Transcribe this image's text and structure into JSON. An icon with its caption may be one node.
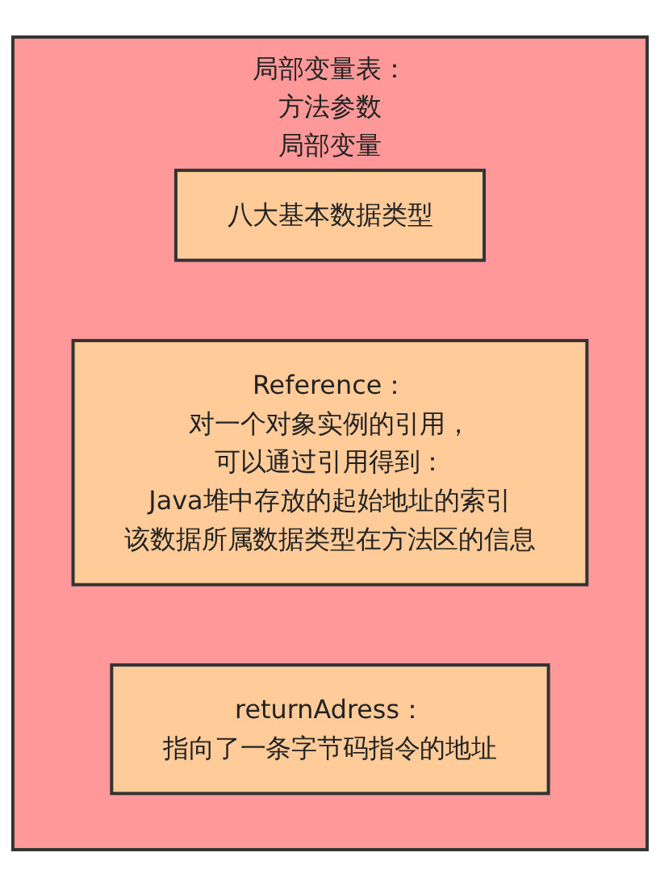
{
  "diagram": {
    "nodes": [
      {
        "text": [
          "局部变量表：",
          "方法参数",
          "局部变量"
        ]
      },
      {
        "text": [
          "八大基本数据类型"
        ],
        "in": 0
      },
      {
        "text": [
          "Reference：",
          "对一个对象实例的引用，",
          "可以通过引用得到：",
          "Java堆中存放的起始地址的索引",
          "该数据所属数据类型在方法区的信息"
        ],
        "in": 0
      },
      {
        "text": [
          "returnAdress：",
          "指向了一条字节码指令的地址"
        ],
        "in": 0
      }
    ]
  }
}
